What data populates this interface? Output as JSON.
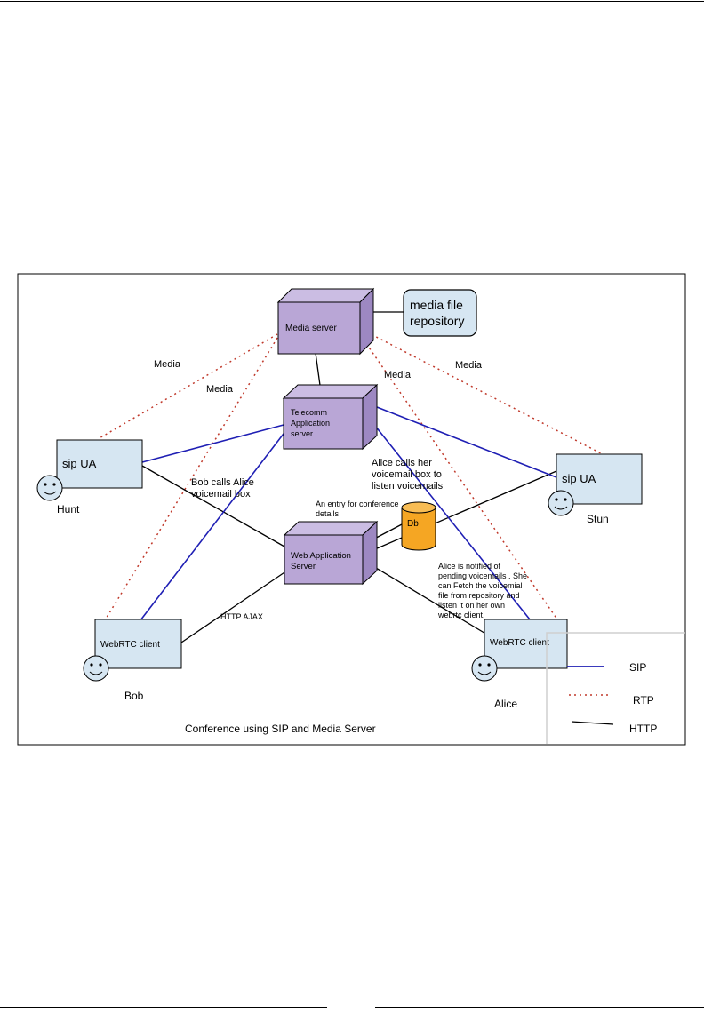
{
  "diagram": {
    "caption": "Conference using SIP and Media Server",
    "nodes": {
      "media_server": "Media server",
      "media_repo_line1": "media file",
      "media_repo_line2": "repository",
      "telecomm_line1": "Telecomm",
      "telecomm_line2": "Application",
      "telecomm_line3": "server",
      "web_app_line1": "Web Application",
      "web_app_line2": "Server",
      "db": "Db",
      "sip_ua_left": "sip UA",
      "sip_ua_right": "sip UA",
      "webrtc_left": "WebRTC client",
      "webrtc_right": "WebRTC client"
    },
    "people": {
      "hunt": "Hunt",
      "stun": "Stun",
      "bob": "Bob",
      "alice": "Alice"
    },
    "edge_labels": {
      "media_1": "Media",
      "media_2": "Media",
      "media_3": "Media",
      "media_4": "Media",
      "http_ajax": "HTTP AJAX"
    },
    "annotations": {
      "bob_calls_line1": "Bob calls Alice",
      "bob_calls_line2": "voicemail box",
      "alice_calls_line1": "Alice calls her",
      "alice_calls_line2": "voicemail box to",
      "alice_calls_line3": "listen voicemails",
      "entry_line1": "An entry for conference",
      "entry_line2": "details",
      "notified_line1": "Alice is notified of",
      "notified_line2": "pending voicemails . She",
      "notified_line3": "can Fetch the voicemial",
      "notified_line4": "file from repository and",
      "notified_line5": "listen it on her own",
      "notified_line6": "webrtc client."
    },
    "legend": {
      "sip": "SIP",
      "rtp": "RTP",
      "http": "HTTP"
    },
    "colors": {
      "sip": "#1f1fb4",
      "rtp": "#c0392b",
      "http": "#000000",
      "box_fill": "#d6e6f2",
      "server_fill": "#b9a6d6",
      "db_fill": "#f5a623"
    }
  }
}
